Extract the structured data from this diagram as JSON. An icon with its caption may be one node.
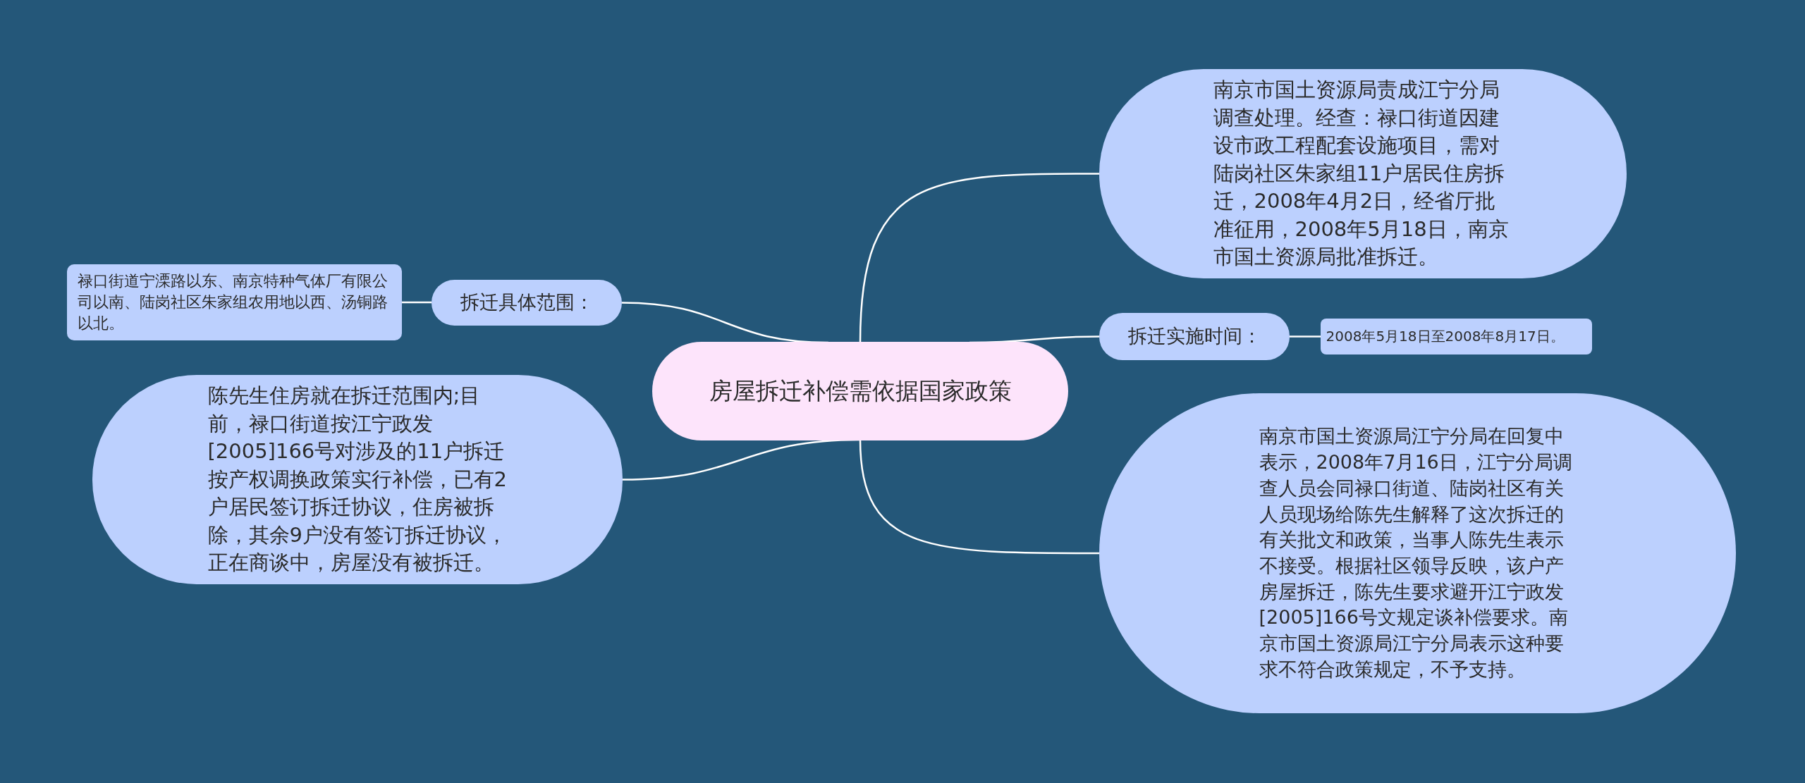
{
  "diagram": {
    "nodes": [
      {
        "text": [
          "房屋拆迁补偿需依据国家政策"
        ]
      },
      {
        "text": [
          "拆迁具体范围："
        ]
      },
      {
        "text": [
          "禄口街道宁溧路以东、南京特种气体厂有限公司以南、陆岗社区朱家组农用地以西、汤铜路以北。"
        ]
      },
      {
        "text": [
          "陈先生住房就在拆迁范围内;目前，禄口街道按江宁政发[2005]166号对涉及的11户拆迁按产权调换政策实行补偿，已有2户居民签订拆迁协议，住房被拆除，其余9户没有签订拆迁协议，正在商谈中，房屋没有被拆迁。"
        ]
      },
      {
        "text": [
          "南京市国土资源局责成江宁分局调查处理。经查：禄口街道因建设市政工程配套设施项目，需对陆岗社区朱家组11户居民住房拆迁，2008年4月2日，经省厅批准征用，2008年5月18日，南京市国土资源局批准拆迁。"
        ]
      },
      {
        "text": [
          "拆迁实施时间："
        ]
      },
      {
        "text": [
          "2008年5月18日至2008年8月17日。"
        ]
      },
      {
        "text": [
          "南京市国土资源局江宁分局在回复中表示，2008年7月16日，江宁分局调查人员会同禄口街道、陆岗社区有关人员现场给陈先生解释了这次拆迁的有关批文和政策，当事人陈先生表示不接受。根据社区领导反映，该户产房屋拆迁，陈先生要求避开江宁政发[2005]166号文规定谈补偿要求。南京市国土资源局江宁分局表示这种要求不符合政策规定，不予支持。"
        ]
      }
    ],
    "edges": [
      {
        "from": 0,
        "to": 1,
        "arrow": "none"
      },
      {
        "from": 1,
        "to": 2,
        "arrow": "none"
      },
      {
        "from": 0,
        "to": 3,
        "arrow": "none"
      },
      {
        "from": 0,
        "to": 4,
        "arrow": "none"
      },
      {
        "from": 0,
        "to": 5,
        "arrow": "none"
      },
      {
        "from": 5,
        "to": 6,
        "arrow": "none"
      },
      {
        "from": 0,
        "to": 7,
        "arrow": "none"
      }
    ]
  }
}
